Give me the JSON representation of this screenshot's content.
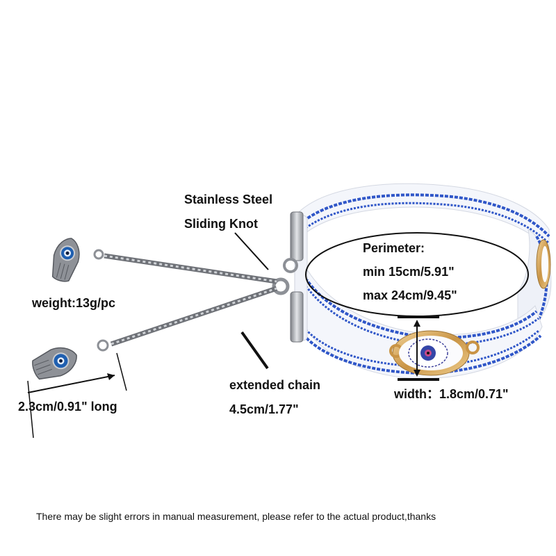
{
  "labels": {
    "knot_line1": "Stainless Steel",
    "knot_line2": "Sliding Knot",
    "weight": "weight:13g/pc",
    "charm_length": "2.3cm/0.91\" long",
    "chain_line1": "extended chain",
    "chain_line2": "4.5cm/1.77\"",
    "perimeter_title": "Perimeter:",
    "perimeter_min": "min 15cm/5.91\"",
    "perimeter_max": "max 24cm/9.45\"",
    "width": "width：1.8cm/0.71\""
  },
  "disclaimer": "There may be slight errors in manual measurement, please refer to the actual product,thanks",
  "colors": {
    "band_blue": "#2f56c8",
    "band_white": "#f4f6fb",
    "gold": "#d9a95a",
    "steel": "#a9acb1",
    "eye_blue": "#1f5fb0"
  }
}
